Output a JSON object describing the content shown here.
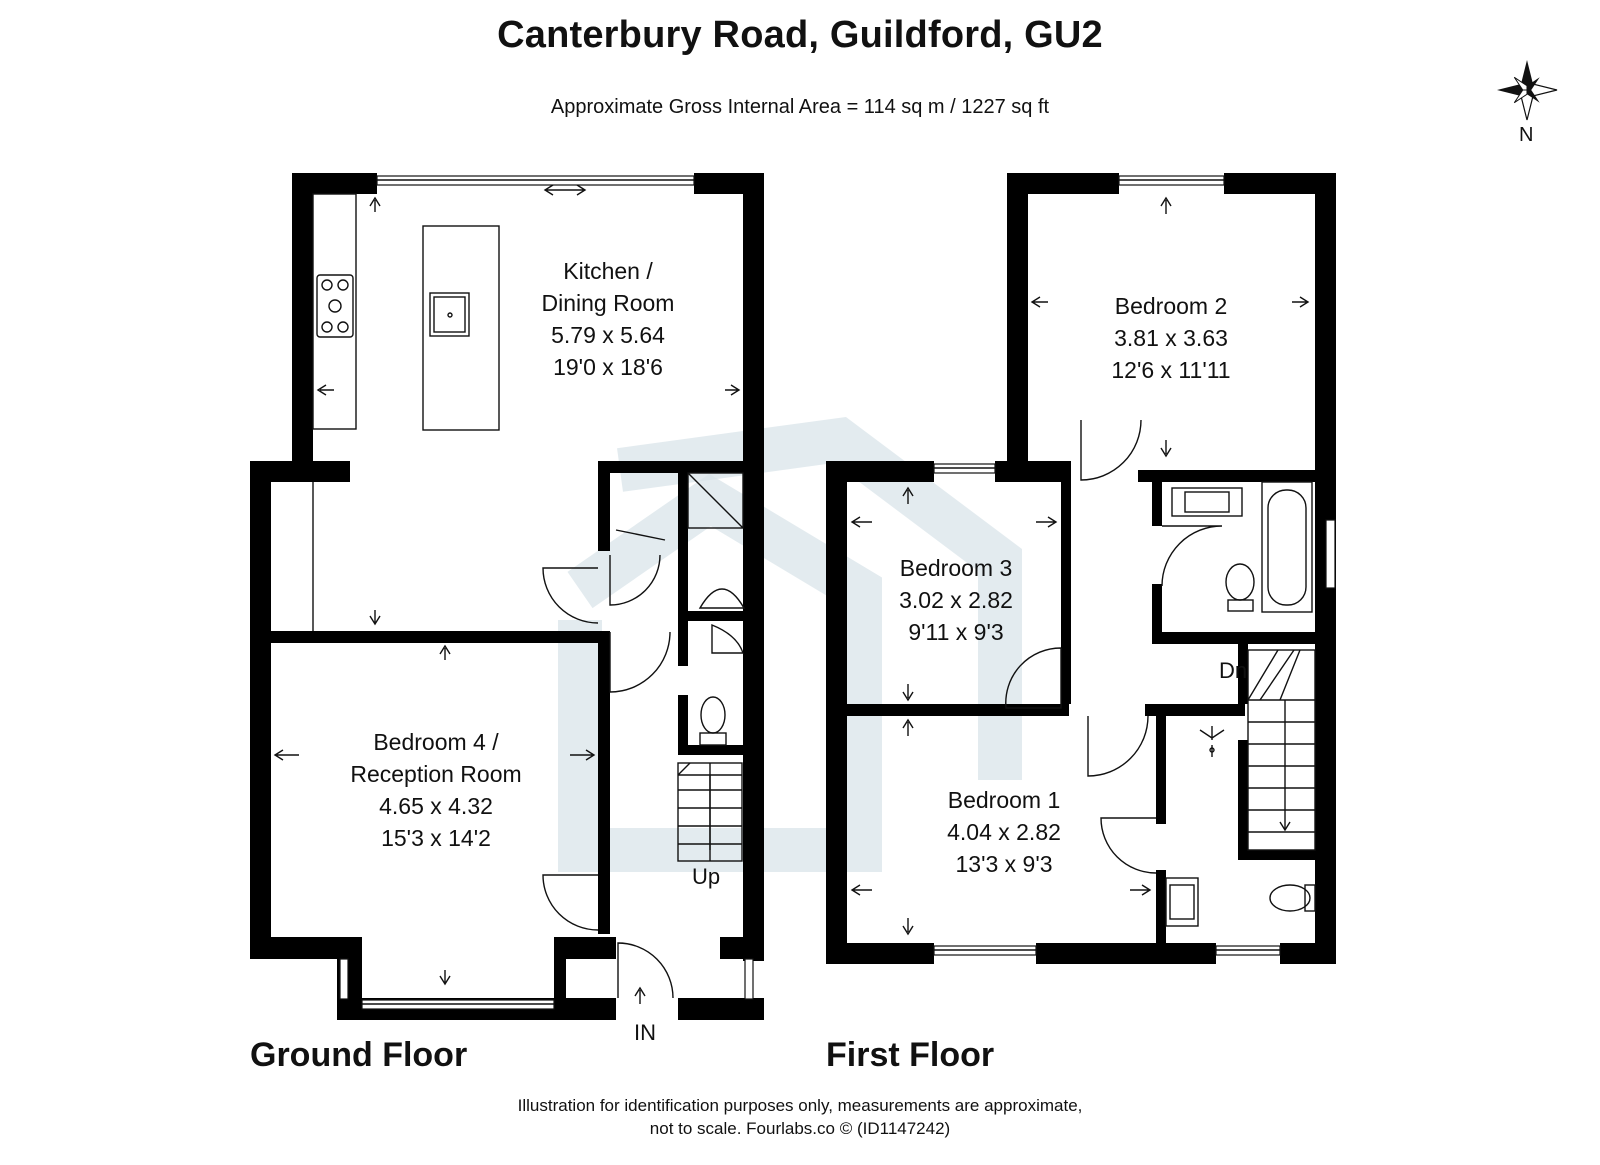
{
  "header": {
    "title": "Canterbury Road, Guildford, GU2",
    "subtitle": "Approximate Gross Internal Area = 114 sq m / 1227 sq ft"
  },
  "compass": {
    "label": "N"
  },
  "floors": {
    "ground": {
      "label": "Ground Floor",
      "kitchen": {
        "line1": "Kitchen /",
        "line2": "Dining Room",
        "metric": "5.79 x 5.64",
        "imperial": "19'0 x 18'6"
      },
      "bedroom4": {
        "line1": "Bedroom 4 /",
        "line2": "Reception Room",
        "metric": "4.65 x 4.32",
        "imperial": "15'3 x 14'2"
      },
      "stairs_label": "Up",
      "entrance_label": "IN"
    },
    "first": {
      "label": "First Floor",
      "bedroom2": {
        "line1": "Bedroom 2",
        "metric": "3.81 x 3.63",
        "imperial": "12'6 x 11'11"
      },
      "bedroom3": {
        "line1": "Bedroom 3",
        "metric": "3.02 x 2.82",
        "imperial": "9'11 x 9'3"
      },
      "bedroom1": {
        "line1": "Bedroom 1",
        "metric": "4.04 x 2.82",
        "imperial": "13'3 x 9'3"
      },
      "stairs_label": "Dn"
    }
  },
  "footer": {
    "line1": "Illustration for identification purposes only, measurements are approximate,",
    "line2": "not to scale. Fourlabs.co © (ID1147242)"
  }
}
